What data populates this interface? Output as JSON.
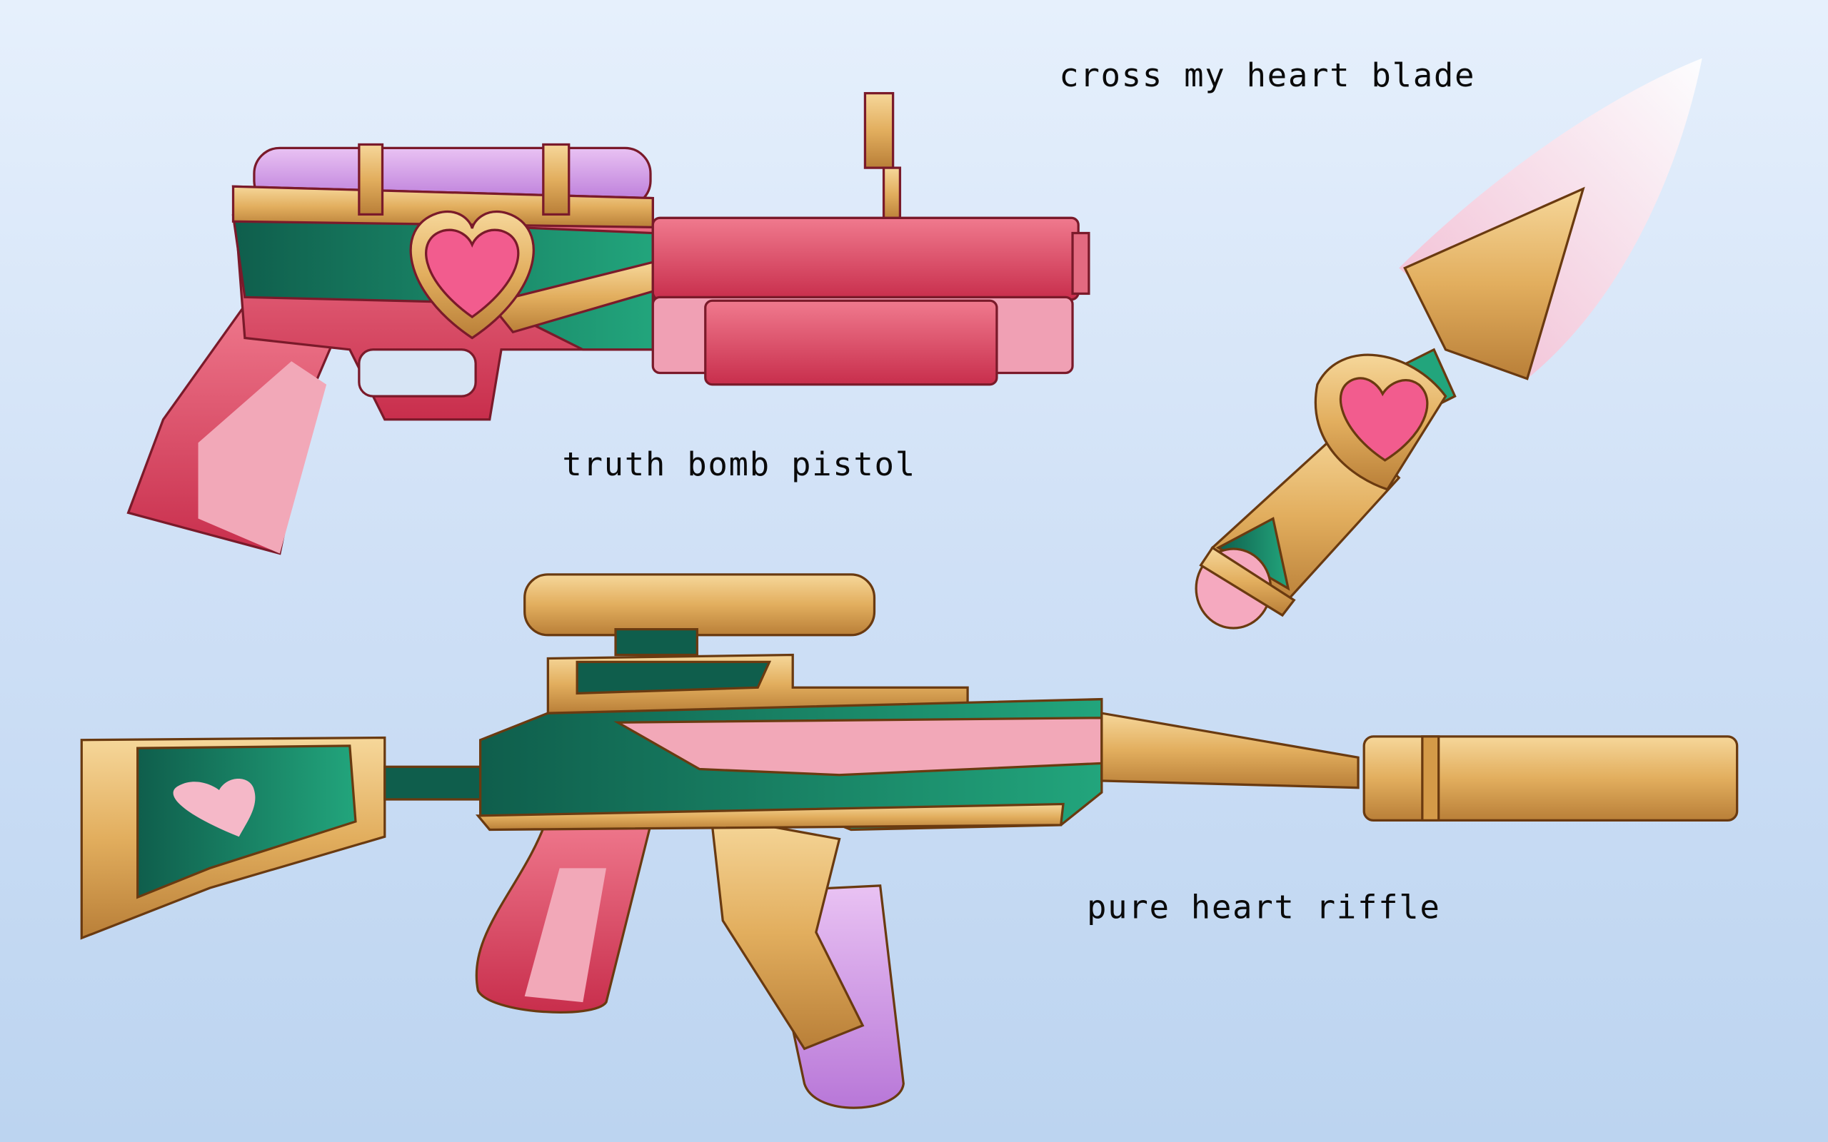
{
  "labels": {
    "blade": "cross my heart blade",
    "pistol": "truth bomb pistol",
    "rifle": "pure heart riffle"
  },
  "colors": {
    "background": "#d6e6f8",
    "pink": "#e0455f",
    "light_pink": "#f2a8b8",
    "gold": "#e0b060",
    "teal": "#1e8f70",
    "purple": "#c48ae0"
  }
}
